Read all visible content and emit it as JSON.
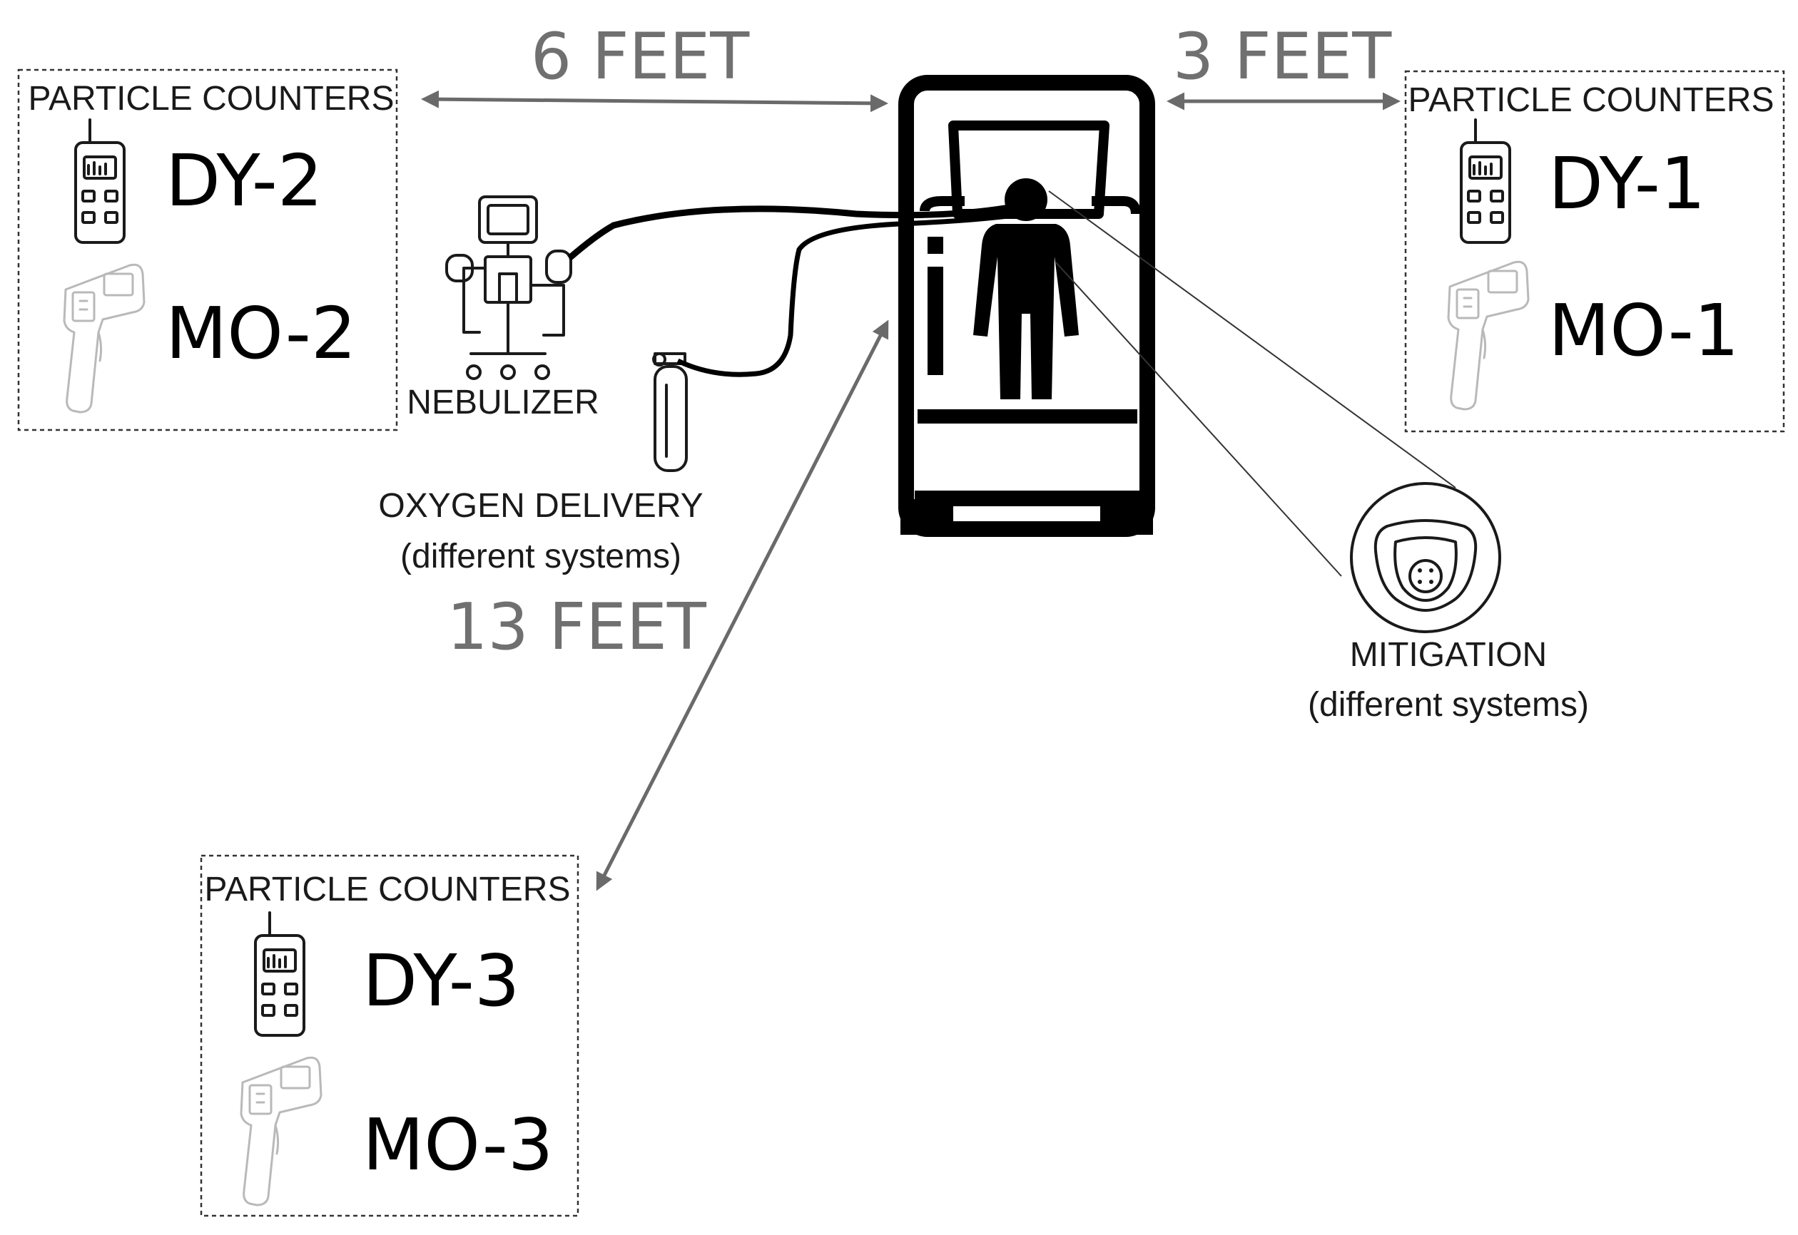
{
  "distances": {
    "six_feet": "6 FEET",
    "three_feet": "3 FEET",
    "thirteen_feet": "13 FEET"
  },
  "stations": [
    {
      "heading": "PARTICLE COUNTERS",
      "dy": "DY-2",
      "mo": "MO-2"
    },
    {
      "heading": "PARTICLE COUNTERS",
      "dy": "DY-1",
      "mo": "MO-1"
    },
    {
      "heading": "PARTICLE COUNTERS",
      "dy": "DY-3",
      "mo": "MO-3"
    }
  ],
  "nebulizer": {
    "label": "NEBULIZER"
  },
  "oxygen": {
    "line1": "OXYGEN DELIVERY",
    "line2": "(different systems)"
  },
  "mitigation": {
    "line1": "MITIGATION",
    "line2": "(different systems)"
  },
  "icons": {
    "handheld": "handheld-particle-counter-icon",
    "gun": "optical-particle-counter-gun-icon",
    "nebulizer": "nebulizer-machine-icon",
    "oxygen": "oxygen-cylinder-icon",
    "bed": "patient-bed-icon",
    "mask": "respirator-mask-icon"
  },
  "colors": {
    "distance_text": "#707070",
    "arrow": "#6a6a6a",
    "ink": "#000000"
  }
}
